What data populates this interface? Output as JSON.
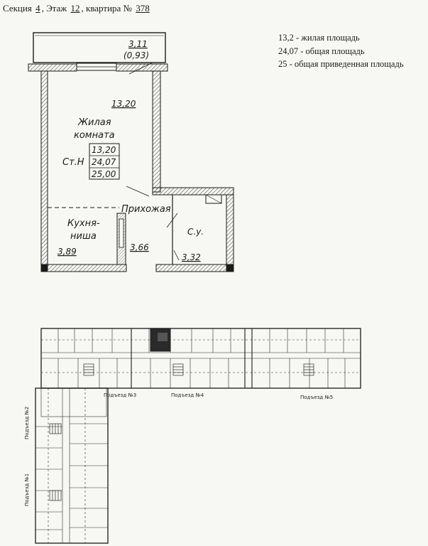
{
  "header": {
    "section_label": "Секция",
    "section_value": "4",
    "floor_label": "Этаж",
    "floor_value": "12",
    "apartment_label": "квартира №",
    "apartment_value": "378"
  },
  "legend": [
    {
      "value": "13,2",
      "text": "жилая площадь"
    },
    {
      "value": "24,07",
      "text": "общая площадь"
    },
    {
      "value": "25",
      "text": "общая приведенная площадь"
    }
  ],
  "plan": {
    "balcony_area": "3,11",
    "balcony_reduced": "(0,93)",
    "room_area": "13,20",
    "room_name_line1": "Жилая",
    "room_name_line2": "комната",
    "stn_label": "Ст.Н",
    "stn_living": "13,20",
    "stn_total": "24,07",
    "stn_reduced": "25,00",
    "hall_name": "Прихожая",
    "hall_area": "3,66",
    "kitchen_line1": "Кухня-",
    "kitchen_line2": "ниша",
    "kitchen_area": "3,89",
    "wc_name": "С.у.",
    "wc_area": "3,32"
  },
  "floorplan": {
    "entrances": [
      "Подъезд №1",
      "Подъезд №2",
      "Подъезд №3",
      "Подъезд №4",
      "Подъезд №5"
    ]
  },
  "colors": {
    "ink": "#1a1a1a",
    "paper": "#f7f7f4",
    "wall_hatch": "#555555",
    "highlight": "#2a2a2a"
  }
}
